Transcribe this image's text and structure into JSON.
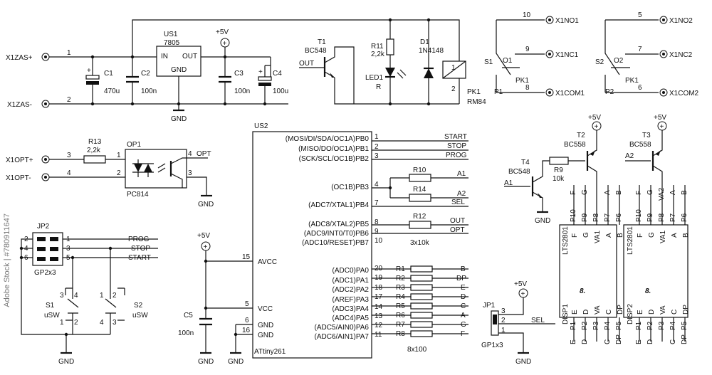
{
  "watermark": "Adobe Stock | #780911647",
  "connectors": {
    "x1zas_plus": "X1ZAS+",
    "x1zas_minus": "X1ZAS-",
    "x1opt_plus": "X1OPT+",
    "x1opt_minus": "X1OPT-",
    "x1no1": "X1NO1",
    "x1nc1": "X1NC1",
    "x1com1": "X1COM1",
    "x1no2": "X1NO2",
    "x1nc2": "X1NC2",
    "x1com2": "X1COM2"
  },
  "pins": {
    "p1": "1",
    "p2": "2",
    "p3": "3",
    "p4": "4",
    "p5": "5",
    "p6": "6",
    "p7": "7",
    "p8": "8",
    "p9": "9",
    "p10": "10",
    "p11": "11",
    "p12": "12",
    "p13": "13",
    "p14": "14",
    "p15": "15",
    "p16": "16",
    "p17": "17",
    "p18": "18",
    "p19": "19",
    "p20": "20"
  },
  "power": {
    "gnd": "GND",
    "vcc5": "+5V",
    "vcc5_sym": "+"
  },
  "regulator": {
    "ref": "US1",
    "value": "7805",
    "in": "IN",
    "out": "OUT",
    "gnd": "GND"
  },
  "capacitors": {
    "c1": "C1",
    "c1_val": "470u",
    "c2": "C2",
    "c2_val": "100n",
    "c3": "C3",
    "c3_val": "100n",
    "c4": "C4",
    "c4_val": "100u",
    "c5": "C5",
    "c5_val": "100n"
  },
  "transistors": {
    "t1": "T1",
    "t1_val": "BC548",
    "t1_in": "OUT",
    "t2": "T2",
    "t2_val": "BC558",
    "t3": "T3",
    "t3_val": "BC558",
    "t4": "T4",
    "t4_val": "BC548"
  },
  "led_section": {
    "r11": "R11",
    "r11_val": "2,2k",
    "led1": "LED1",
    "led1_color": "R",
    "d1": "D1",
    "d1_val": "1N4148"
  },
  "relay": {
    "ref": "PK1",
    "value": "RM84",
    "pin1": "1",
    "pin2": "2"
  },
  "contacts": {
    "s1": "S1",
    "s2": "S2",
    "o1": "O1",
    "o2": "O2",
    "pk1": "PK1",
    "p1": "P1",
    "p2": "P2"
  },
  "optocoupler": {
    "r13": "R13",
    "r13_val": "2,2k",
    "ref": "OP1",
    "value": "PC814",
    "opt": "OPT"
  },
  "mcu": {
    "ref": "US2",
    "value": "ATtiny261",
    "avcc": "AVCC",
    "vcc": "VCC",
    "gnd1": "GND",
    "gnd2": "GND",
    "pb0": "(MOSI/DI/SDA/OC1A)PB0",
    "pb1": "(MISO/DO/OC1A)PB1",
    "pb2": "(SCK/SCL/OC1B)PB2",
    "pb3": "(OC1B)PB3",
    "pb4": "(ADC7/XTAL1)PB4",
    "pb5": "(ADC8/XTAL2)PB5",
    "pb6": "(ADC9/INT0/T0)PB6",
    "pb7": "(ADC10/RESET)PB7",
    "pa0": "(ADC0)PA0",
    "pa1": "(ADC1)PA1",
    "pa2": "(ADC2)PA2",
    "pa3": "(AREF)PA3",
    "pa4": "(ADC3)PA4",
    "pa5": "(ADC4)PA5",
    "pa6": "(ADC5/AIN0)PA6",
    "pa7": "(ADC6/AIN1)PA7"
  },
  "nets": {
    "start": "START",
    "stop": "STOP",
    "prog": "PROG",
    "a1": "A1",
    "a2": "A2",
    "sel": "SEL",
    "out": "OUT",
    "opt": "OPT",
    "b": "B",
    "dp": "DP",
    "e": "E",
    "d": "D",
    "c": "C",
    "a": "A",
    "g": "G",
    "f": "F"
  },
  "resistors": {
    "r10": "R10",
    "r14": "R14",
    "r12": "R12",
    "r9": "R9",
    "r9_val": "10k",
    "array1_val": "3x10k",
    "r1": "R1",
    "r2": "R2",
    "r3": "R3",
    "r4": "R4",
    "r5": "R5",
    "r6": "R6",
    "r7": "R7",
    "r8": "R8",
    "array2_val": "8x100"
  },
  "jumpers": {
    "jp2": "JP2",
    "jp2_val": "GP2x3",
    "jp1": "JP1",
    "jp1_val": "GP1x3",
    "prog": "PROG",
    "stop": "STOP",
    "start": "START",
    "sel": "SEL"
  },
  "switches": {
    "s1": "S1",
    "s1_val": "uSW",
    "s2": "S2",
    "s2_val": "uSW"
  },
  "displays": {
    "part": "LTS2801",
    "disp1": "DISP1",
    "disp2": "DISP2",
    "digit": "8.",
    "top_pins": [
      "P10",
      "P9",
      "P8",
      "P7",
      "P6"
    ],
    "top_sig": [
      "F",
      "G",
      "VA1",
      "A",
      "B"
    ],
    "top_sig2": [
      "F",
      "G",
      "VA2",
      "A",
      "B"
    ],
    "bot_pins": [
      "P1",
      "P2",
      "P3",
      "P4",
      "P5"
    ],
    "bot_sig": [
      "E",
      "D",
      "VA",
      "C",
      "DP"
    ]
  }
}
